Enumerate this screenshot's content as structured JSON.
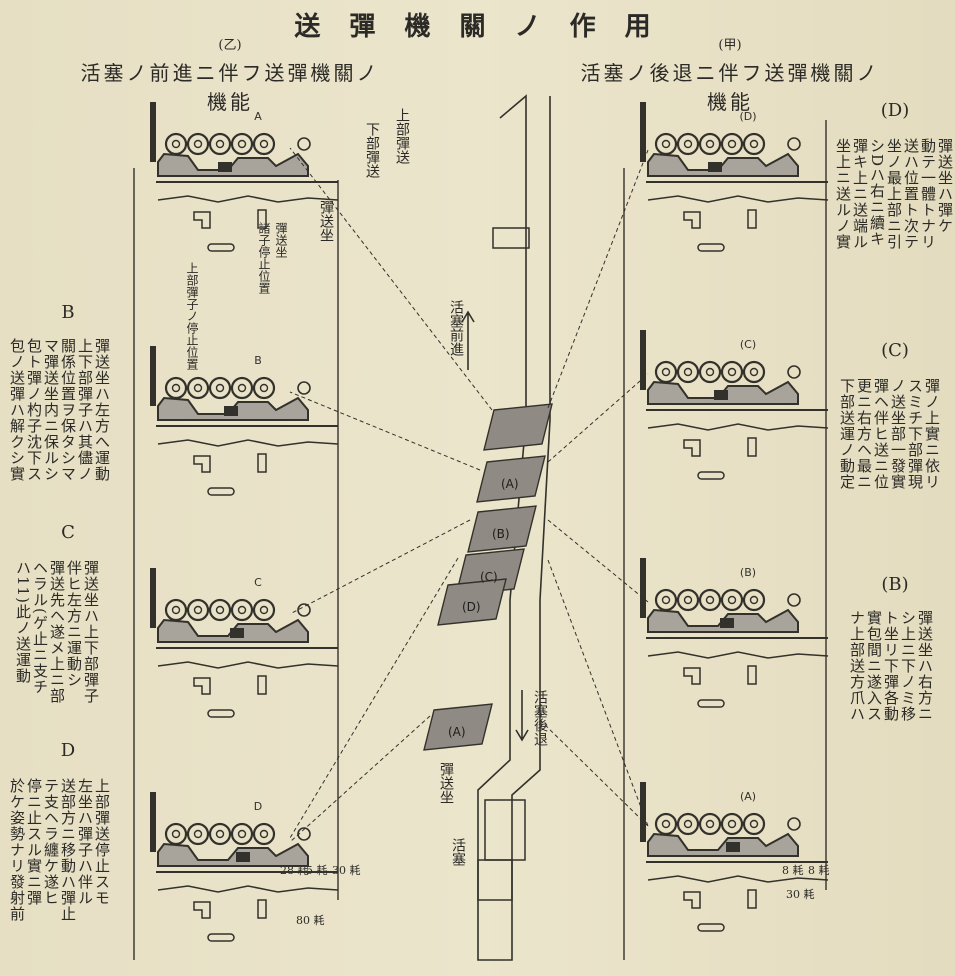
{
  "title": "送 彈 機 關 ノ 作 用",
  "left_header": {
    "mark": "(乙)",
    "text": "活塞ノ前進ニ伴フ送彈機關ノ機能"
  },
  "right_header": {
    "mark": "(甲)",
    "text": "活塞ノ後退ニ伴フ送彈機關ノ機能"
  },
  "left_captions": [
    {
      "id": "B",
      "letter": "B",
      "text": "彈送坐ハ左方へ運動\n上下部彈子ハ其儘ノ\n關係位置ヲ保タシマ\nマ彈送坐内ニ保ルシ\n包ト彈ノ杓子沈下ス\n包ノ送彈ハ解クシ實"
    },
    {
      "id": "C",
      "letter": "C",
      "text": "彈送坐ハ上下部彈子\n伴ヒ左方ニ運動シ\n彈送先ヘ遂メ上ニ部\nヘラル(ゲ止ニ支チ\nハ11)此ノ送運動"
    },
    {
      "id": "D",
      "letter": "D",
      "text": "上部彈送停止スモ\n左坐ハ彈子ハ伴ル\n送部方ニ移動ハ彈止\nテ支ヘラ纏ケ遂ヒ\n停ニ止スル實ニ彈\n於ケ姿勢ナリ發射前"
    }
  ],
  "right_captions": [
    {
      "id": "D",
      "letter": "(D)",
      "text": "彈送坐ハ彈ケ\n動テ一體トナリ\n送ハ位置ト次テ\n坐ノ最上部ニ引\nシDハ右ニ續キ\n彈キ上ニ送端ル\n坐上ニ送ルノ實"
    },
    {
      "id": "C",
      "letter": "(C)",
      "text": "彈ノ上實ニ依リ\nスミチ下部彈現\nノ送坐部一發實\n彈ヘ伴ヒ送ニ位\n更ニ右方ヘ最ニ\n下部送運ノ動定"
    },
    {
      "id": "B",
      "letter": "(B)",
      "text": "彈送坐ハ右方ニ\nシ上ニ下ノミ移\nト坐リ下彈各動\n實包間ニ遂入ス\nナ上部送方爪ハ"
    }
  ],
  "left_panels": [
    {
      "id": "A",
      "label": "A"
    },
    {
      "id": "B",
      "label": "B"
    },
    {
      "id": "C",
      "label": "C"
    },
    {
      "id": "D",
      "label": "D"
    }
  ],
  "right_panels": [
    {
      "id": "D",
      "label": "(D)"
    },
    {
      "id": "C",
      "label": "(C)"
    },
    {
      "id": "B",
      "label": "(B)"
    },
    {
      "id": "A",
      "label": "(A)"
    }
  ],
  "annotations": {
    "upper_round": "上部彈送",
    "lower_round": "下部彈送",
    "carrier": "彈送坐",
    "retainer_pos": "彈送坐\n諸子停止位置",
    "upper_pos": "上部彈子ノ停止位置",
    "piston_forward": "活塞前進",
    "piston_back": "活塞後退",
    "carrier_bottom": "彈送坐",
    "piston": "活塞"
  },
  "piston_marks": [
    {
      "id": "A",
      "label": "(A)"
    },
    {
      "id": "B",
      "label": "(B)"
    },
    {
      "id": "C",
      "label": "(C)"
    },
    {
      "id": "D",
      "label": "(D)"
    },
    {
      "id": "A2",
      "label": "(A)"
    }
  ],
  "dimensions": {
    "left": [
      "28 耗",
      "5 耗",
      "30 耗",
      "80 耗"
    ],
    "right": [
      "8 耗",
      "8 耗",
      "30 耗"
    ]
  }
}
